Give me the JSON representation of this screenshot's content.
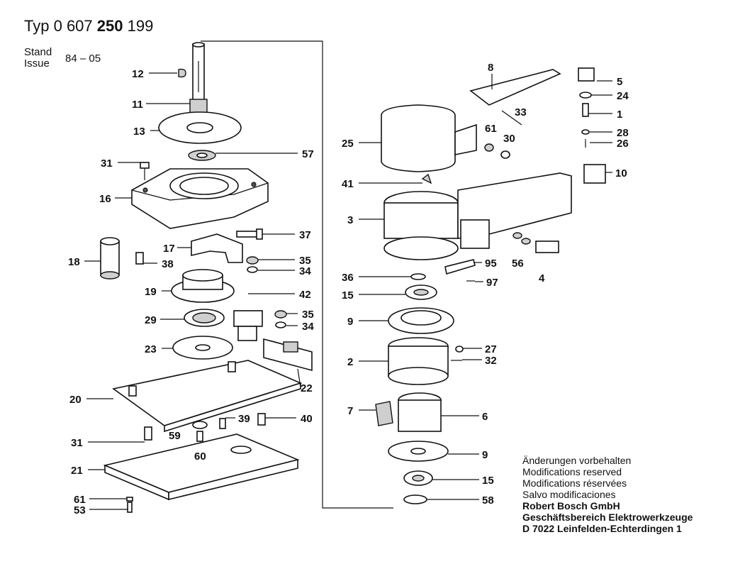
{
  "header": {
    "typ_label": "Typ",
    "typ_prefix": "0 607",
    "typ_bold": "250",
    "typ_suffix": "199",
    "stand_label": "Stand",
    "issue_label": "Issue",
    "revision": "84 – 05"
  },
  "callouts": [
    "12",
    "11",
    "13",
    "57",
    "31",
    "16",
    "37",
    "17",
    "18",
    "38",
    "35",
    "34",
    "19",
    "42",
    "29",
    "35",
    "34",
    "23",
    "22",
    "20",
    "39",
    "40",
    "59",
    "31",
    "60",
    "21",
    "61",
    "53",
    "8",
    "5",
    "24",
    "33",
    "1",
    "61",
    "30",
    "28",
    "25",
    "26",
    "10",
    "41",
    "3",
    "95",
    "56",
    "4",
    "36",
    "97",
    "15",
    "9",
    "27",
    "2",
    "32",
    "7",
    "6",
    "9",
    "15",
    "58"
  ],
  "notes": {
    "line1": "Änderungen vorbehalten",
    "line2": "Modifications reserved",
    "line3": "Modifications réservées",
    "line4": "Salvo modificaciones",
    "company1": "Robert Bosch GmbH",
    "company2": "Geschäftsbereich Elektrowerkzeuge",
    "company3": "D 7022 Leinfelden-Echterdingen 1"
  }
}
